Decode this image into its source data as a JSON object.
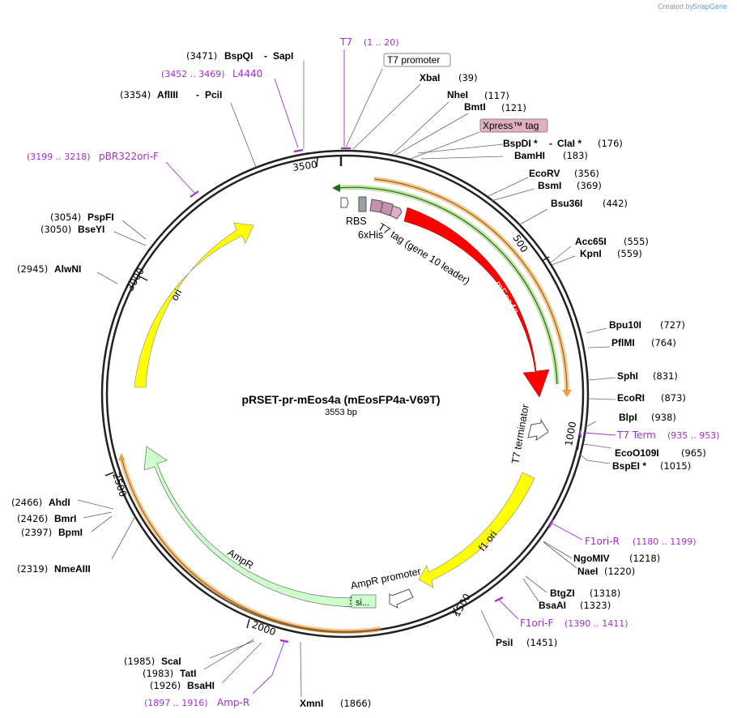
{
  "credit": "Created by",
  "credit_brand": "SnapGene",
  "plasmid": {
    "name": "pRSET-pr-mEos4a (mEosFP4a-V69T)",
    "size_label": "3553 bp",
    "length": 3553
  },
  "ticks": [
    {
      "pos": 500,
      "label": "500"
    },
    {
      "pos": 1000,
      "label": "1000"
    },
    {
      "pos": 1500,
      "label": "1500"
    },
    {
      "pos": 2000,
      "label": "2000"
    },
    {
      "pos": 2500,
      "label": "2500"
    },
    {
      "pos": 3000,
      "label": "3000"
    },
    {
      "pos": 3500,
      "label": "3500"
    }
  ],
  "enzymes_right": [
    {
      "name": "XbaI",
      "pos": "(39)"
    },
    {
      "name": "NheI",
      "pos": "(117)"
    },
    {
      "name": "BmtI",
      "pos": "(121)"
    },
    {
      "name": "BspDI *",
      "name2": "ClaI *",
      "pos": "(176)"
    },
    {
      "name": "BamHI",
      "pos": "(183)"
    },
    {
      "name": "EcoRV",
      "pos": "(356)"
    },
    {
      "name": "BsmI",
      "pos": "(369)"
    },
    {
      "name": "Bsu36I",
      "pos": "(442)"
    },
    {
      "name": "Acc65I",
      "pos": "(555)"
    },
    {
      "name": "KpnI",
      "pos": "(559)"
    },
    {
      "name": "Bpu10I",
      "pos": "(727)"
    },
    {
      "name": "PflMI",
      "pos": "(764)"
    },
    {
      "name": "SphI",
      "pos": "(831)"
    },
    {
      "name": "EcoRI",
      "pos": "(873)"
    },
    {
      "name": "BlpI",
      "pos": "(938)"
    },
    {
      "name": "EcoO109I",
      "pos": "(965)"
    },
    {
      "name": "BspEI *",
      "pos": "(1015)"
    },
    {
      "name": "NgoMIV",
      "pos": "(1218)"
    },
    {
      "name": "NaeI",
      "pos": "(1220)"
    },
    {
      "name": "BtgZI",
      "pos": "(1318)"
    },
    {
      "name": "BsaAI",
      "pos": "(1323)"
    },
    {
      "name": "PsiI",
      "pos": "(1451)"
    },
    {
      "name": "XmnI",
      "pos": "(1866)"
    }
  ],
  "enzymes_left": [
    {
      "name": "BspQI",
      "name2": "SapI",
      "pos": "(3471)"
    },
    {
      "name": "AflIII",
      "name2": "PciI",
      "pos": "(3354)"
    },
    {
      "name": "PspFI",
      "pos": "(3054)"
    },
    {
      "name": "BseYI",
      "pos": "(3050)"
    },
    {
      "name": "AlwNI",
      "pos": "(2945)"
    },
    {
      "name": "AhdI",
      "pos": "(2466)"
    },
    {
      "name": "BmrI",
      "pos": "(2426)"
    },
    {
      "name": "BpmI",
      "pos": "(2397)"
    },
    {
      "name": "NmeAIII",
      "pos": "(2319)"
    },
    {
      "name": "ScaI",
      "pos": "(1985)"
    },
    {
      "name": "TatI",
      "pos": "(1983)"
    },
    {
      "name": "BsaHI",
      "pos": "(1926)"
    }
  ],
  "primers": [
    {
      "name": "T7",
      "range": "(1 .. 20)"
    },
    {
      "name": "L4440",
      "range": "(3452 .. 3469)"
    },
    {
      "name": "pBR322ori-F",
      "range": "(3199 .. 3218)"
    },
    {
      "name": "T7 Term",
      "range": "(935 .. 953)"
    },
    {
      "name": "F1ori-R",
      "range": "(1180 .. 1199)"
    },
    {
      "name": "F1ori-F",
      "range": "(1390 .. 1411)"
    },
    {
      "name": "Amp-R",
      "range": "(1897 .. 1916)"
    }
  ],
  "features": {
    "t7_promoter": "T7 promoter",
    "xpress_tag": "Xpress™ tag",
    "rbs": "RBS",
    "his": "6xHis",
    "t7tag": "T7 tag (gene 10 leader)",
    "meos": "mEos4a",
    "t7_terminator": "T7 terminator",
    "f1ori": "f1 ori",
    "ampr_promoter": "AmpR promoter",
    "ampr": "AmpR",
    "signal": "si...",
    "ori": "ori"
  },
  "colors": {
    "meos": "#ff0000",
    "f1ori": "#ffff00",
    "ori": "#ffff00",
    "ampr": "#ccffcc",
    "xpress": "#e0b0c0",
    "orf_orange": "#e8a040",
    "orf_green": "#3a8a10",
    "primer": "#a030d0"
  }
}
